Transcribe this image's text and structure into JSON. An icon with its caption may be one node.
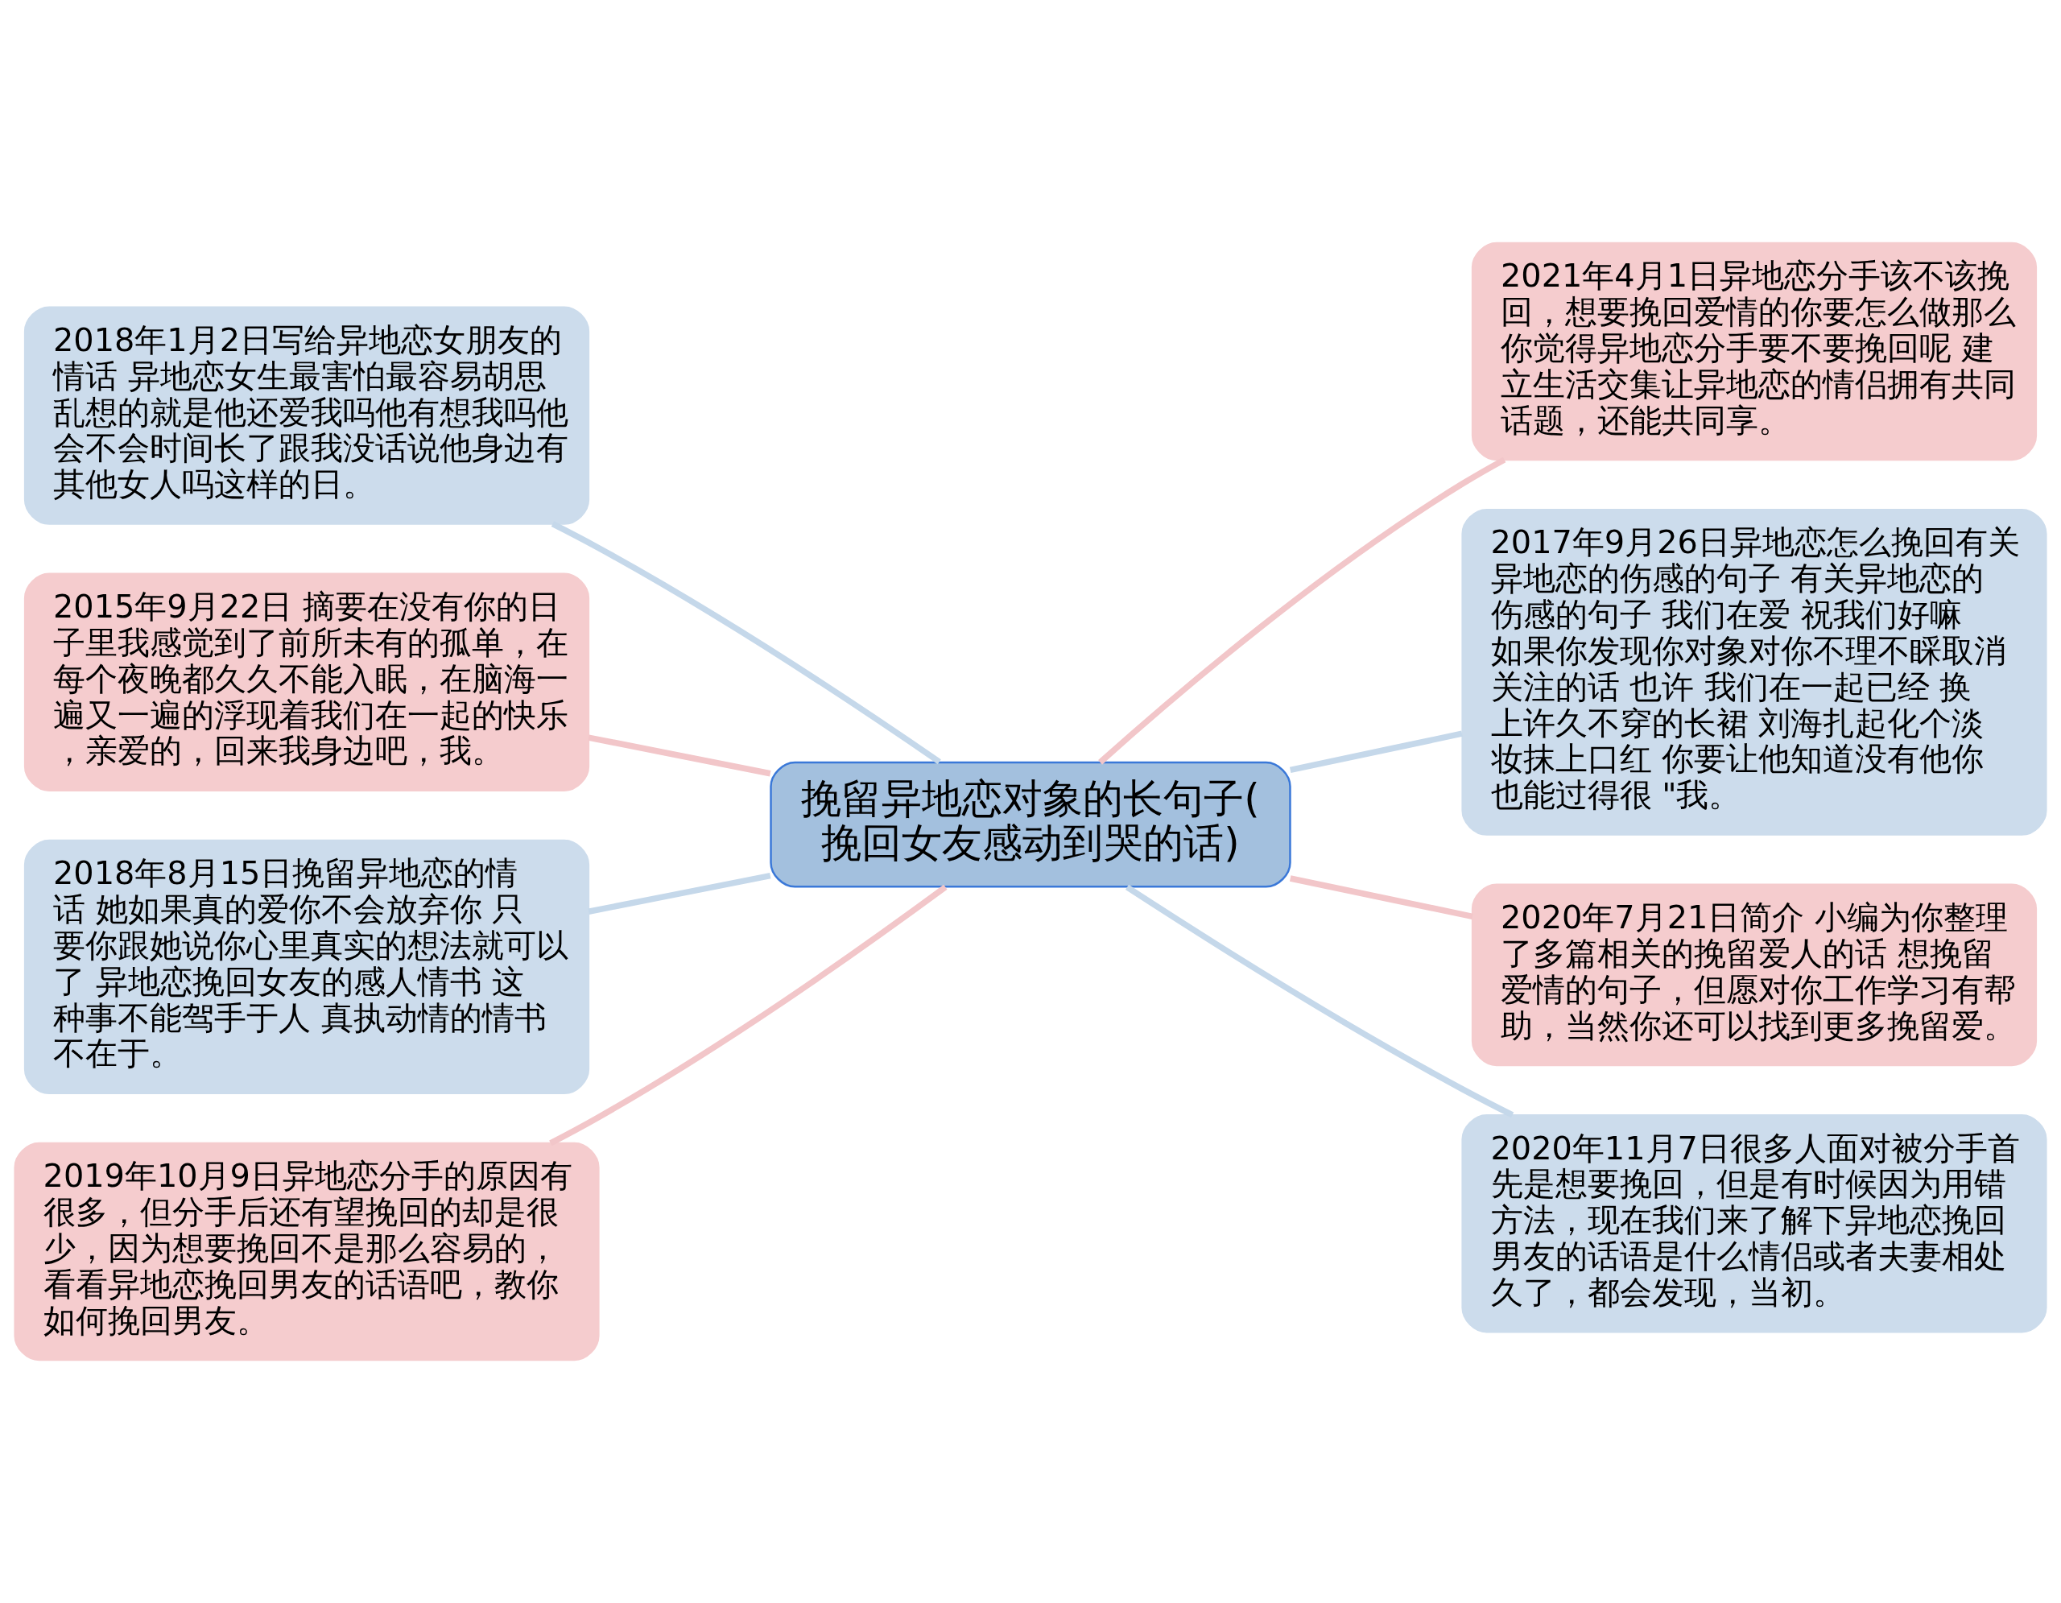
{
  "diagram": {
    "nodes": [
      {
        "text": [
          "挽留异地恋对象的长句子(挽回女友感动到哭的话)"
        ]
      },
      {
        "text": [
          "2018年1月2日写给异地恋女朋友的情话 异地恋女生最害怕最容易胡思乱想的就是他还爱我吗他有想我吗他会不会时间长了跟我没话说他身边有其他女人吗这样的日。"
        ]
      },
      {
        "text": [
          "2015年9月22日 摘要在没有你的日子里我感觉到了前所未有的孤单，在每个夜晚都久久不能入眠，在脑海一遍又一遍的浮现着我们在一起的快乐，亲爱的，回来我身边吧，我。"
        ]
      },
      {
        "text": [
          "2018年8月15日挽留异地恋的情话 她如果真的爱你不会放弃你 只要你跟她说你心里真实的想法就可以了 异地恋挽回女友的感人情书 这种事不能驾手于人 真执动情的情书不在于。"
        ]
      },
      {
        "text": [
          "2019年10月9日异地恋分手的原因有很多，但分手后还有望挽回的却是很少，因为想要挽回不是那么容易的，看看异地恋挽回男友的话语吧，教你如何挽回男友。"
        ]
      },
      {
        "text": [
          "2021年4月1日异地恋分手该不该挽回，想要挽回爱情的你要怎么做那么你觉得异地恋分手要不要挽回呢 建立生活交集让异地恋的情侣拥有共同话题，还能共同享。"
        ]
      },
      {
        "text": [
          "2017年9月26日异地恋怎么挽回有关异地恋的伤感的句子 有关异地恋的伤感的句子 我们在爱 祝我们好嘛如果你发现你对象对你不理不睬取消关注的话 也许 我们在一起已经 换上许久不穿的长裙 刘海扎起化个淡妆抹上口红 你要让他知道没有他你也能过得很 \"我。"
        ]
      },
      {
        "text": [
          "2020年7月21日简介 小编为你整理了多篇相关的挽留爱人的话 想挽留爱情的句子，但愿对你工作学习有帮助，当然你还可以找到更多挽留爱。"
        ]
      },
      {
        "text": [
          "2020年11月7日很多人面对被分手首先是想要挽回，但是有时候因为用错方法，现在我们来了解下异地恋挽回男友的话语是什么情侣或者夫妻相处久了，都会发现，当初。"
        ]
      }
    ],
    "edges": [
      {
        "from": 0,
        "to": 1,
        "arrow": "none",
        "color": "#c5d8ea"
      },
      {
        "from": 0,
        "to": 2,
        "arrow": "none",
        "color": "#f2c6c9"
      },
      {
        "from": 0,
        "to": 3,
        "arrow": "none",
        "color": "#c5d8ea"
      },
      {
        "from": 0,
        "to": 4,
        "arrow": "none",
        "color": "#f2c6c9"
      },
      {
        "from": 0,
        "to": 5,
        "arrow": "none",
        "color": "#f2c6c9"
      },
      {
        "from": 0,
        "to": 6,
        "arrow": "none",
        "color": "#c5d8ea"
      },
      {
        "from": 0,
        "to": 7,
        "arrow": "none",
        "color": "#f2c6c9"
      },
      {
        "from": 0,
        "to": 8,
        "arrow": "none",
        "color": "#c5d8ea"
      }
    ]
  }
}
